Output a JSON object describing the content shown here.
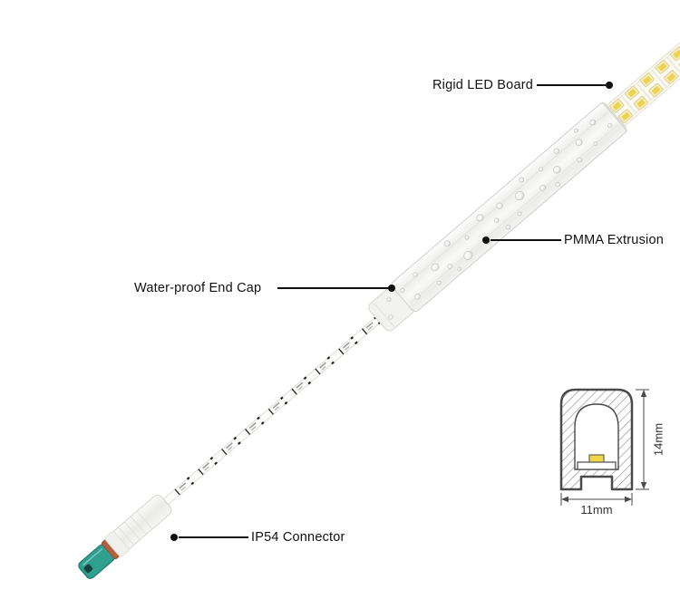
{
  "callouts": {
    "rigid_led_board": {
      "label": "Rigid LED Board"
    },
    "pmma_extrusion": {
      "label": "PMMA Extrusion"
    },
    "waterproof_end_cap": {
      "label": "Water-proof End Cap"
    },
    "ip54_connector": {
      "label": "IP54 Connector"
    }
  },
  "cross_section": {
    "height_dimension": "14mm",
    "width_dimension": "11mm"
  },
  "colors": {
    "background": "#ffffff",
    "text": "#111111",
    "callout": "#111111",
    "connector_green": "#2f9f8e",
    "connector_seal_ring": "#b0603c",
    "tube_stroke": "#cfcfcf",
    "led_yellow": "#eed34f",
    "drawing_line": "#4a4a4a"
  }
}
